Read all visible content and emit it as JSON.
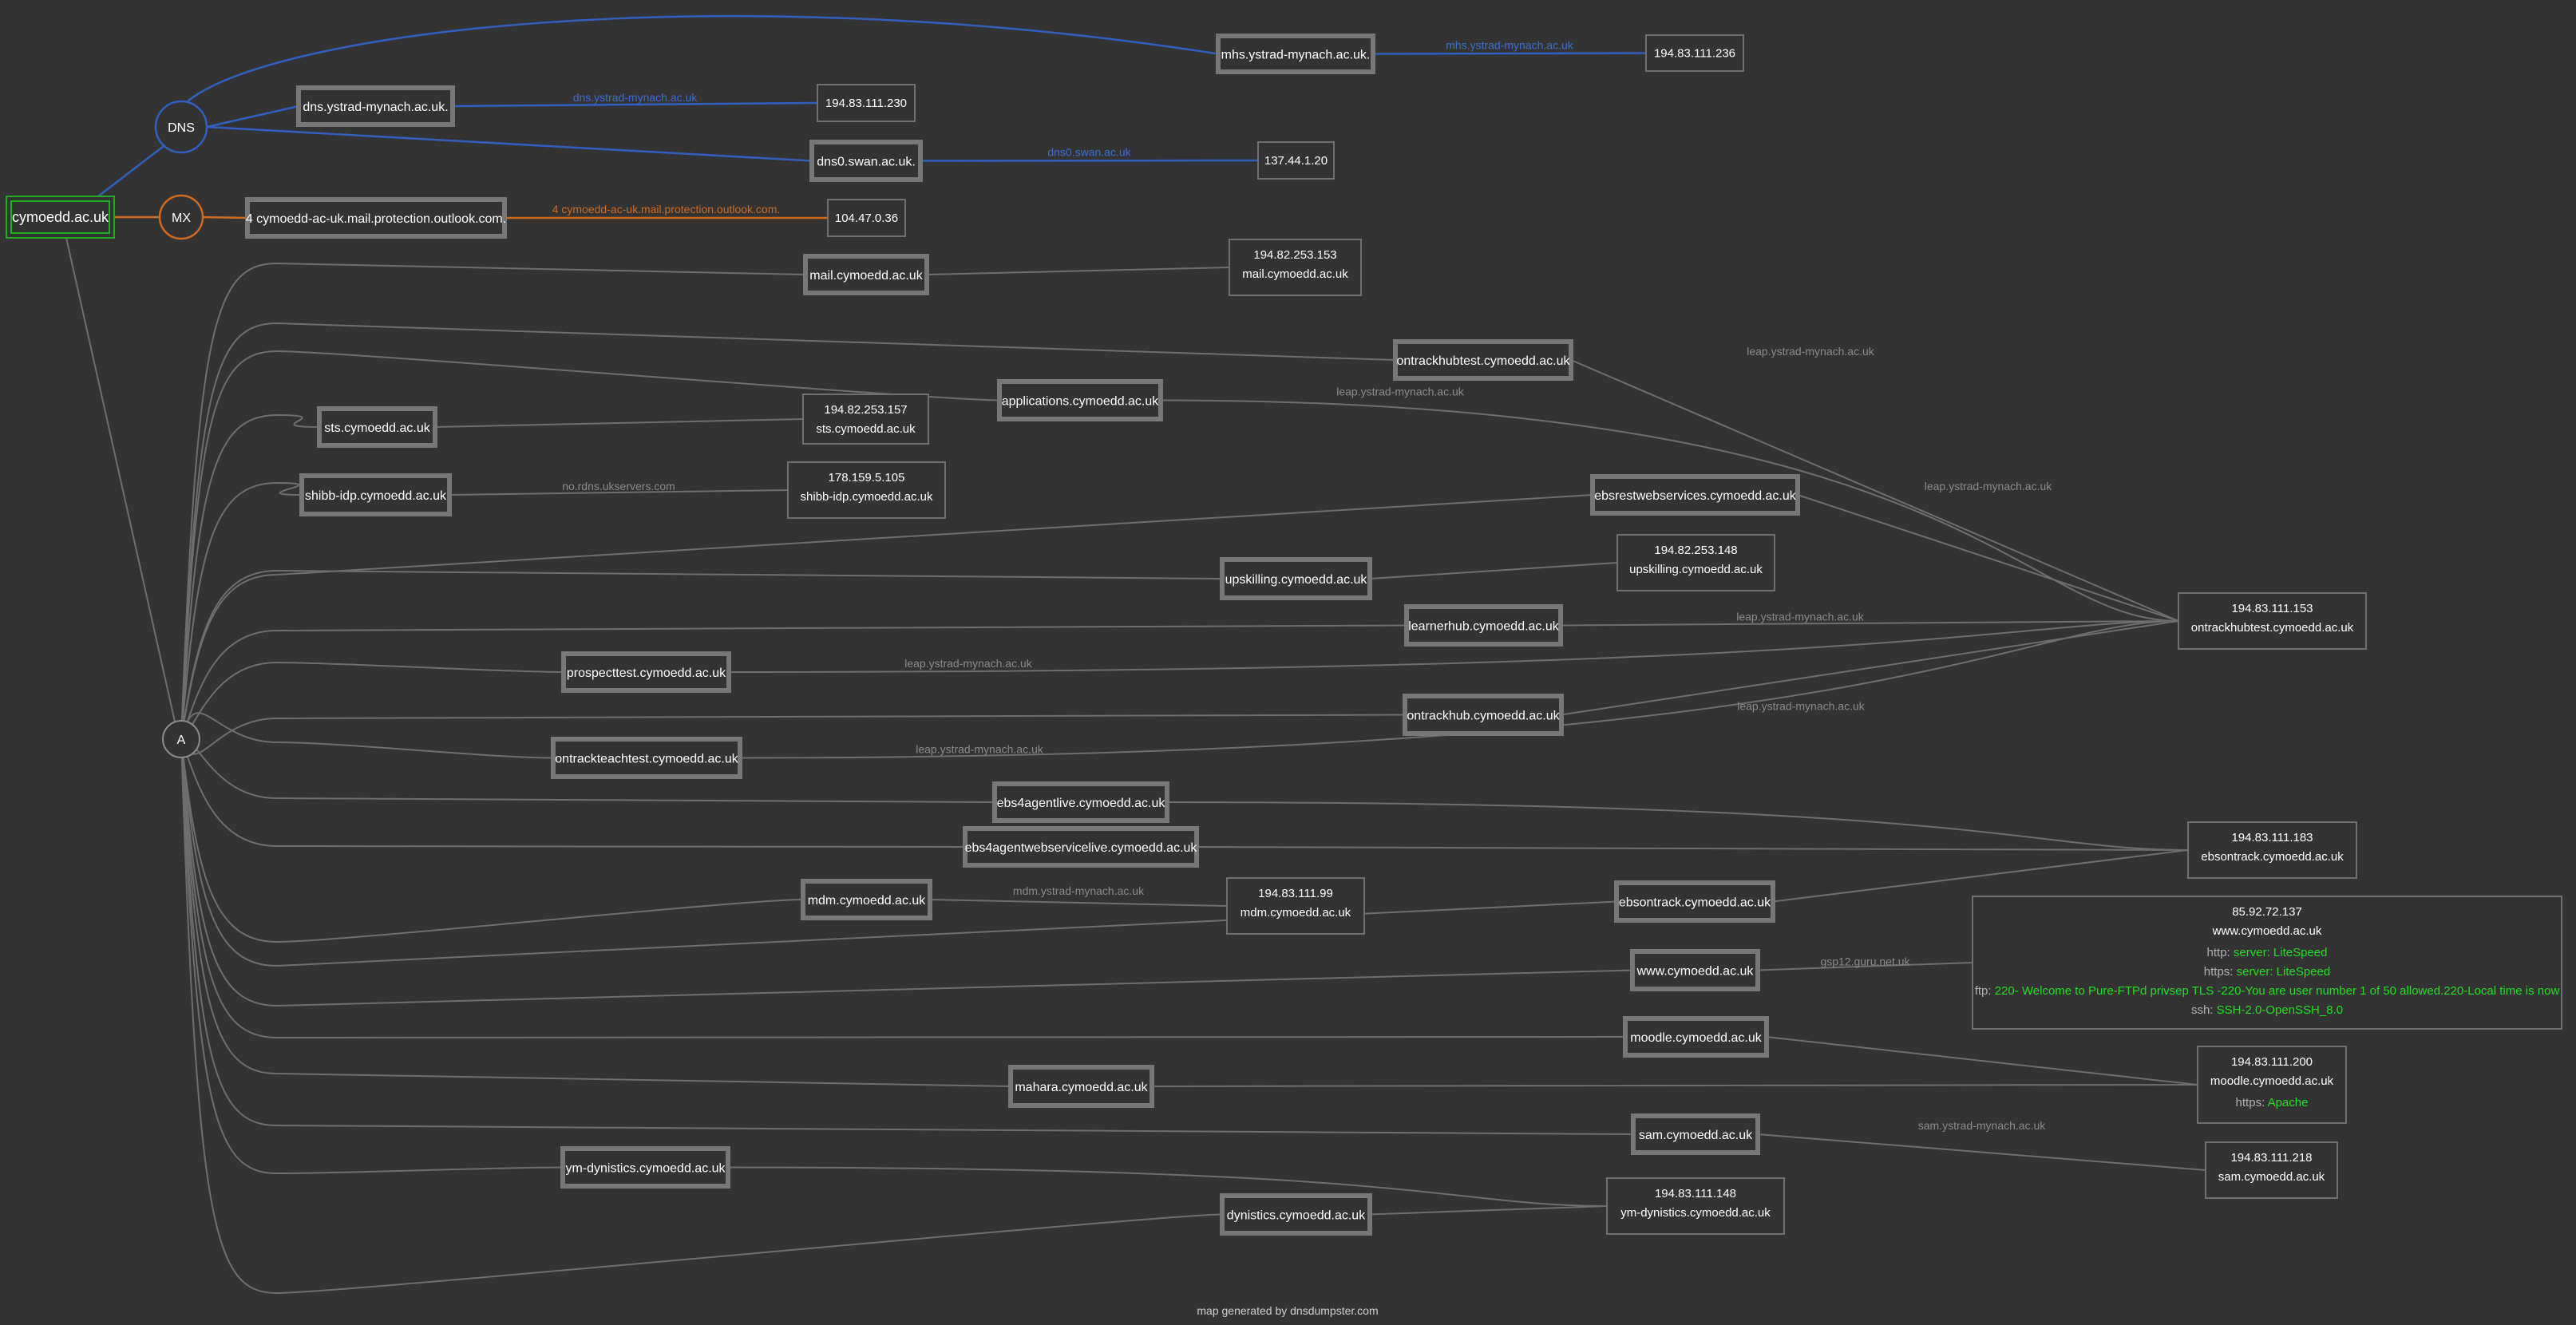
{
  "root": {
    "label": "cymoedd.ac.uk",
    "color": "#22aa22"
  },
  "groups": {
    "dns": "DNS",
    "mx": "MX",
    "a": "A"
  },
  "colors": {
    "dns": "#2f5fbf",
    "mx": "#d06a1e",
    "service_value": "#22dd22"
  },
  "dns_hosts": [
    {
      "host": "mhs.ystrad-mynach.ac.uk.",
      "edge_label": "mhs.ystrad-mynach.ac.uk",
      "ip": "194.83.111.236"
    },
    {
      "host": "dns.ystrad-mynach.ac.uk.",
      "edge_label": "dns.ystrad-mynach.ac.uk",
      "ip": "194.83.111.230"
    },
    {
      "host": "dns0.swan.ac.uk.",
      "edge_label": "dns0.swan.ac.uk",
      "ip": "137.44.1.20"
    }
  ],
  "mx_hosts": [
    {
      "host": "4 cymoedd-ac-uk.mail.protection.outlook.com.",
      "edge_label": "4 cymoedd-ac-uk.mail.protection.outlook.com.",
      "ip": "104.47.0.36"
    }
  ],
  "a_hosts": [
    {
      "id": "mail",
      "label": "mail.cymoedd.ac.uk"
    },
    {
      "id": "ontrackhubtest",
      "label": "ontrackhubtest.cymoedd.ac.uk"
    },
    {
      "id": "applications",
      "label": "applications.cymoedd.ac.uk"
    },
    {
      "id": "sts",
      "label": "sts.cymoedd.ac.uk"
    },
    {
      "id": "shibb",
      "label": "shibb-idp.cymoedd.ac.uk"
    },
    {
      "id": "ebsrest",
      "label": "ebsrestwebservices.cymoedd.ac.uk"
    },
    {
      "id": "upskilling",
      "label": "upskilling.cymoedd.ac.uk"
    },
    {
      "id": "learnerhub",
      "label": "learnerhub.cymoedd.ac.uk"
    },
    {
      "id": "prospecttest",
      "label": "prospecttest.cymoedd.ac.uk"
    },
    {
      "id": "ontrackhub",
      "label": "ontrackhub.cymoedd.ac.uk"
    },
    {
      "id": "ontrackteachtest",
      "label": "ontrackteachtest.cymoedd.ac.uk"
    },
    {
      "id": "ebs4agentlive",
      "label": "ebs4agentlive.cymoedd.ac.uk"
    },
    {
      "id": "ebs4agentws",
      "label": "ebs4agentwebservicelive.cymoedd.ac.uk"
    },
    {
      "id": "mdm",
      "label": "mdm.cymoedd.ac.uk"
    },
    {
      "id": "ebsontrack",
      "label": "ebsontrack.cymoedd.ac.uk"
    },
    {
      "id": "www",
      "label": "www.cymoedd.ac.uk"
    },
    {
      "id": "moodle",
      "label": "moodle.cymoedd.ac.uk"
    },
    {
      "id": "mahara",
      "label": "mahara.cymoedd.ac.uk"
    },
    {
      "id": "sam",
      "label": "sam.cymoedd.ac.uk"
    },
    {
      "id": "ymdyn",
      "label": "ym-dynistics.cymoedd.ac.uk"
    },
    {
      "id": "dynistics",
      "label": "dynistics.cymoedd.ac.uk"
    }
  ],
  "ip_nodes": [
    {
      "id": "ip_mail",
      "ip": "194.82.253.153",
      "name": "mail.cymoedd.ac.uk"
    },
    {
      "id": "ip_sts",
      "ip": "194.82.253.157",
      "name": "sts.cymoedd.ac.uk"
    },
    {
      "id": "ip_shibb",
      "ip": "178.159.5.105",
      "name": "shibb-idp.cymoedd.ac.uk"
    },
    {
      "id": "ip_up",
      "ip": "194.82.253.148",
      "name": "upskilling.cymoedd.ac.uk"
    },
    {
      "id": "ip_153",
      "ip": "194.83.111.153",
      "name": "ontrackhubtest.cymoedd.ac.uk"
    },
    {
      "id": "ip_183",
      "ip": "194.83.111.183",
      "name": "ebsontrack.cymoedd.ac.uk"
    },
    {
      "id": "ip_mdm",
      "ip": "194.83.111.99",
      "name": "mdm.cymoedd.ac.uk"
    },
    {
      "id": "ip_www",
      "ip": "85.92.72.137",
      "name": "www.cymoedd.ac.uk",
      "services": [
        {
          "key": "http:",
          "value": "server: LiteSpeed"
        },
        {
          "key": "https:",
          "value": "server: LiteSpeed"
        },
        {
          "key": "ftp:",
          "value": "220- Welcome to Pure-FTPd privsep TLS -220-You are user number 1 of 50 allowed.220-Local time is now"
        },
        {
          "key": "ssh:",
          "value": "SSH-2.0-OpenSSH_8.0"
        }
      ]
    },
    {
      "id": "ip_200",
      "ip": "194.83.111.200",
      "name": "moodle.cymoedd.ac.uk",
      "services": [
        {
          "key": "https:",
          "value": "Apache"
        }
      ]
    },
    {
      "id": "ip_218",
      "ip": "194.83.111.218",
      "name": "sam.cymoedd.ac.uk"
    },
    {
      "id": "ip_148",
      "ip": "194.83.111.148",
      "name": "ym-dynistics.cymoedd.ac.uk"
    }
  ],
  "links": [
    {
      "from": "mail",
      "to": "ip_mail",
      "label": ""
    },
    {
      "from": "sts",
      "to": "ip_sts",
      "label": ""
    },
    {
      "from": "shibb",
      "to": "ip_shibb",
      "label": "no.rdns.ukservers.com"
    },
    {
      "from": "upskilling",
      "to": "ip_up",
      "label": ""
    },
    {
      "from": "ontrackhubtest",
      "to": "ip_153",
      "label": "leap.ystrad-mynach.ac.uk"
    },
    {
      "from": "applications",
      "to": "ip_153",
      "label": "leap.ystrad-mynach.ac.uk"
    },
    {
      "from": "ebsrest",
      "to": "ip_153",
      "label": "leap.ystrad-mynach.ac.uk"
    },
    {
      "from": "learnerhub",
      "to": "ip_153",
      "label": "leap.ystrad-mynach.ac.uk"
    },
    {
      "from": "prospecttest",
      "to": "ip_153",
      "label": "leap.ystrad-mynach.ac.uk"
    },
    {
      "from": "ontrackhub",
      "to": "ip_153",
      "label": "leap.ystrad-mynach.ac.uk"
    },
    {
      "from": "ontrackteachtest",
      "to": "ip_153",
      "label": "leap.ystrad-mynach.ac.uk"
    },
    {
      "from": "ebs4agentlive",
      "to": "ip_183",
      "label": ""
    },
    {
      "from": "ebs4agentws",
      "to": "ip_183",
      "label": ""
    },
    {
      "from": "ebsontrack",
      "to": "ip_183",
      "label": ""
    },
    {
      "from": "mdm",
      "to": "ip_mdm",
      "label": "mdm.ystrad-mynach.ac.uk"
    },
    {
      "from": "www",
      "to": "ip_www",
      "label": "gsp12.guru.net.uk"
    },
    {
      "from": "moodle",
      "to": "ip_200",
      "label": ""
    },
    {
      "from": "mahara",
      "to": "ip_200",
      "label": ""
    },
    {
      "from": "sam",
      "to": "ip_218",
      "label": "sam.ystrad-mynach.ac.uk"
    },
    {
      "from": "ymdyn",
      "to": "ip_148",
      "label": ""
    },
    {
      "from": "dynistics",
      "to": "ip_148",
      "label": ""
    }
  ],
  "footer": "map generated by dnsdumpster.com"
}
